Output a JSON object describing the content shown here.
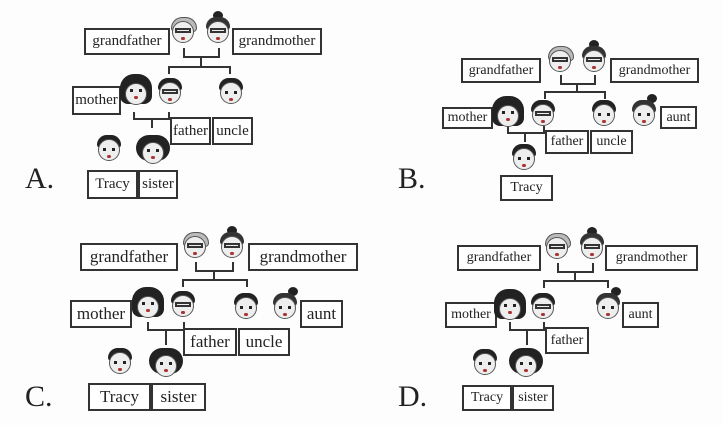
{
  "options": [
    {
      "letter": "A.",
      "grandfather": "grandfather",
      "grandmother": "grandmother",
      "mother": "mother",
      "father": "father",
      "uncle": "uncle",
      "tracy": "Tracy",
      "sister": "sister"
    },
    {
      "letter": "B.",
      "grandfather": "grandfather",
      "grandmother": "grandmother",
      "mother": "mother",
      "father": "father",
      "uncle": "uncle",
      "aunt": "aunt",
      "tracy": "Tracy"
    },
    {
      "letter": "C.",
      "grandfather": "grandfather",
      "grandmother": "grandmother",
      "mother": "mother",
      "father": "father",
      "uncle": "uncle",
      "aunt": "aunt",
      "tracy": "Tracy",
      "sister": "sister"
    },
    {
      "letter": "D.",
      "grandfather": "grandfather",
      "grandmother": "grandmother",
      "mother": "mother",
      "father": "father",
      "aunt": "aunt",
      "tracy": "Tracy",
      "sister": "sister"
    }
  ]
}
